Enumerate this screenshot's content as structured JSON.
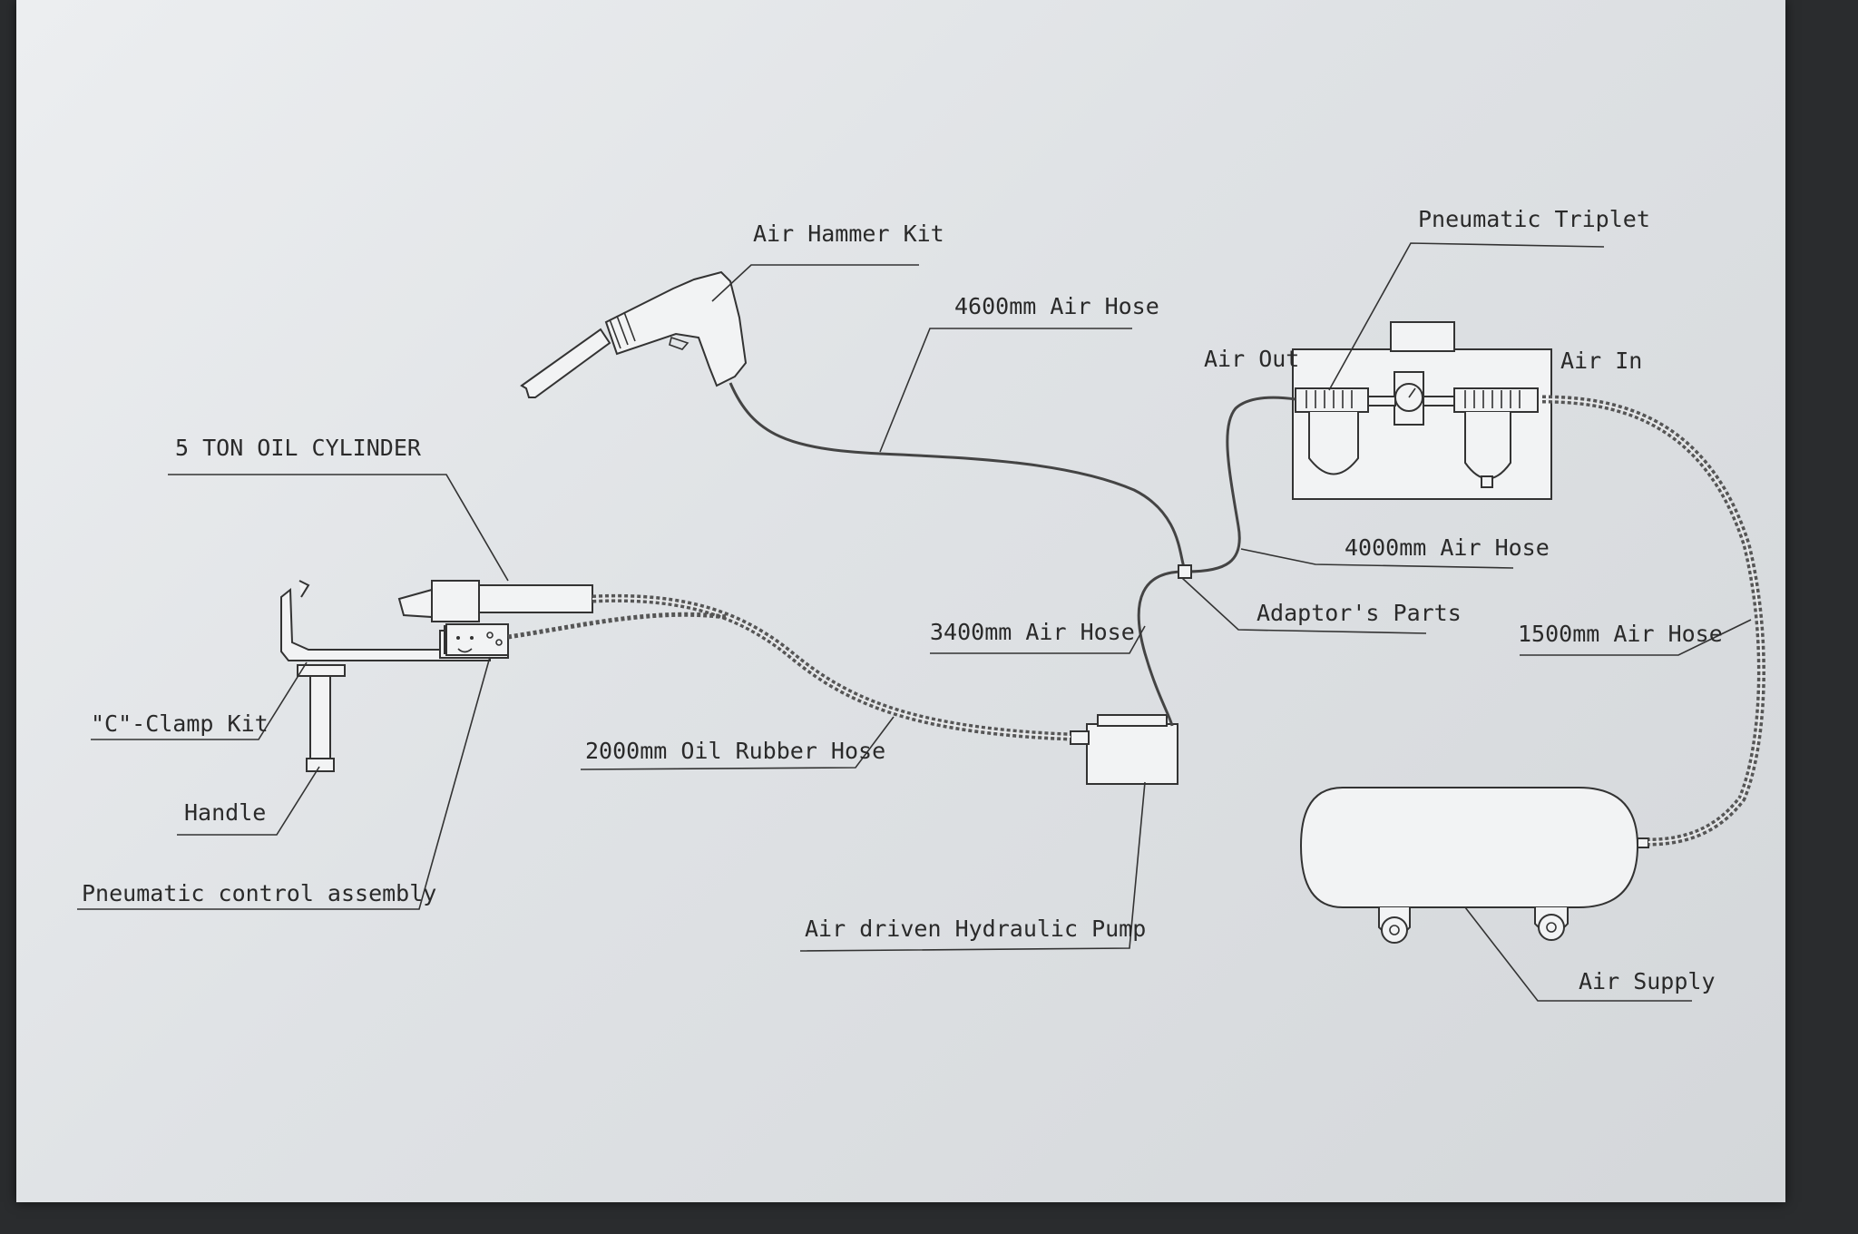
{
  "labels": {
    "air_hammer_kit": "Air Hammer Kit",
    "hose_4600": "4600mm Air Hose",
    "pneumatic_triplet": "Pneumatic Triplet",
    "air_out": "Air Out",
    "air_in": "Air In",
    "oil_cylinder": "5 TON OIL CYLINDER",
    "hose_4000": "4000mm Air Hose",
    "adaptors_parts": "Adaptor's Parts",
    "hose_3400": "3400mm Air Hose",
    "hose_1500": "1500mm Air Hose",
    "c_clamp_kit": "\"C\"-Clamp Kit",
    "oil_hose_2000": "2000mm Oil Rubber Hose",
    "handle": "Handle",
    "pneumatic_control": "Pneumatic control assembly",
    "hydraulic_pump": "Air driven Hydraulic Pump",
    "air_supply": "Air Supply"
  }
}
